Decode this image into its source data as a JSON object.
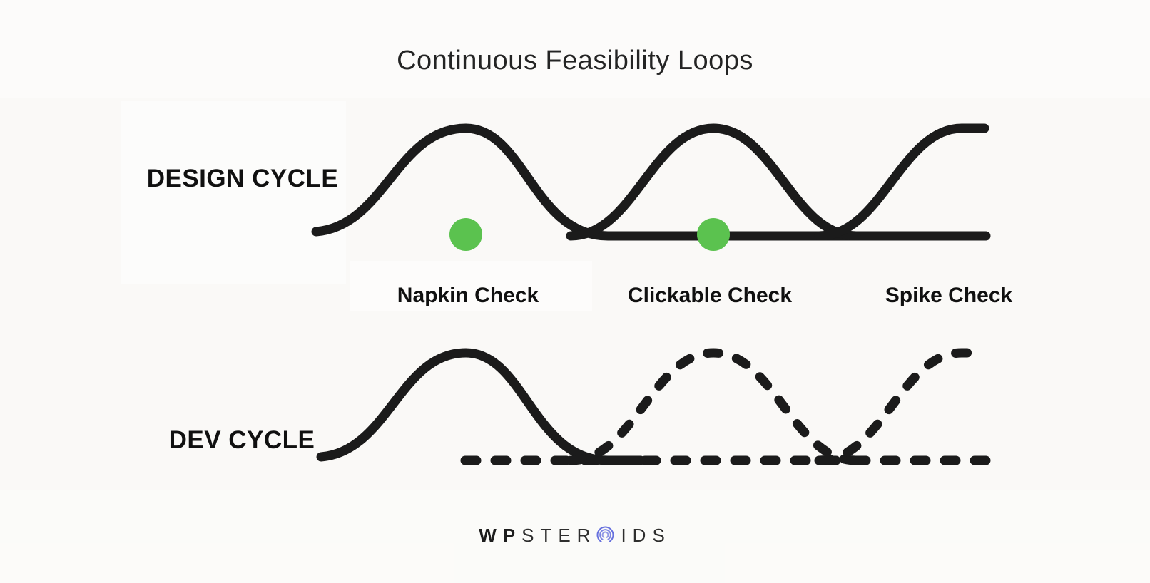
{
  "page": {
    "title": "Continuous Feasibility Loops",
    "background": "#faf9f7"
  },
  "colors": {
    "line": "#1b1b1b",
    "checkpoint_dot_green": "#5bc24f",
    "text_dark": "#101010",
    "logo_arcs_blue": "#6771de"
  },
  "rows": [
    {
      "label": "DESIGN CYCLE",
      "line_style": "solid",
      "checkpoint_dots": 2
    },
    {
      "label": "DEV CYCLE",
      "line_style": "solid first hump, dashed after",
      "checkpoint_dots": 0
    }
  ],
  "checkpoints": [
    {
      "label": "Napkin Check"
    },
    {
      "label": "Clickable Check"
    },
    {
      "label": "Spike Check"
    }
  ],
  "logo": {
    "bold": "WP",
    "light_left": "STER",
    "o_icon": "concentric-arcs",
    "light_right": "IDS"
  }
}
